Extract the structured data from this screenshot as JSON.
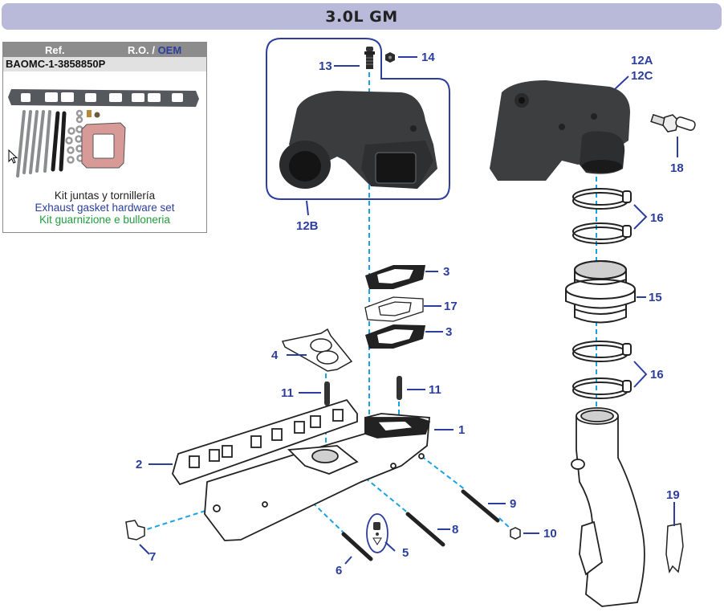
{
  "header": {
    "title": "3.0L GM"
  },
  "kit_box": {
    "ref_label": "Ref.",
    "ro_label": "R.O. / ",
    "oem_label": "OEM",
    "part_code": "BAOMC-1-3858850P",
    "desc_es": "Kit juntas y tornillería",
    "desc_en": "Exhaust gasket hardware set",
    "desc_it": "Kit guarnizione e bulloneria"
  },
  "colors": {
    "title_bg": "#b9b9d9",
    "label_blue": "#2b3e9e",
    "guide_cyan": "#1aa3e0",
    "italian_green": "#1e9c3c"
  },
  "callouts": [
    {
      "id": "1",
      "text": "1"
    },
    {
      "id": "2",
      "text": "2"
    },
    {
      "id": "3a",
      "text": "3"
    },
    {
      "id": "3b",
      "text": "3"
    },
    {
      "id": "4",
      "text": "4"
    },
    {
      "id": "5",
      "text": "5"
    },
    {
      "id": "6",
      "text": "6"
    },
    {
      "id": "7",
      "text": "7"
    },
    {
      "id": "8",
      "text": "8"
    },
    {
      "id": "9",
      "text": "9"
    },
    {
      "id": "10",
      "text": "10"
    },
    {
      "id": "11a",
      "text": "11"
    },
    {
      "id": "11b",
      "text": "11"
    },
    {
      "id": "12A",
      "text": "12A"
    },
    {
      "id": "12B",
      "text": "12B"
    },
    {
      "id": "12C",
      "text": "12C"
    },
    {
      "id": "13",
      "text": "13"
    },
    {
      "id": "14",
      "text": "14"
    },
    {
      "id": "15",
      "text": "15"
    },
    {
      "id": "16a",
      "text": "16"
    },
    {
      "id": "16b",
      "text": "16"
    },
    {
      "id": "17",
      "text": "17"
    },
    {
      "id": "18",
      "text": "18"
    },
    {
      "id": "19",
      "text": "19"
    }
  ]
}
